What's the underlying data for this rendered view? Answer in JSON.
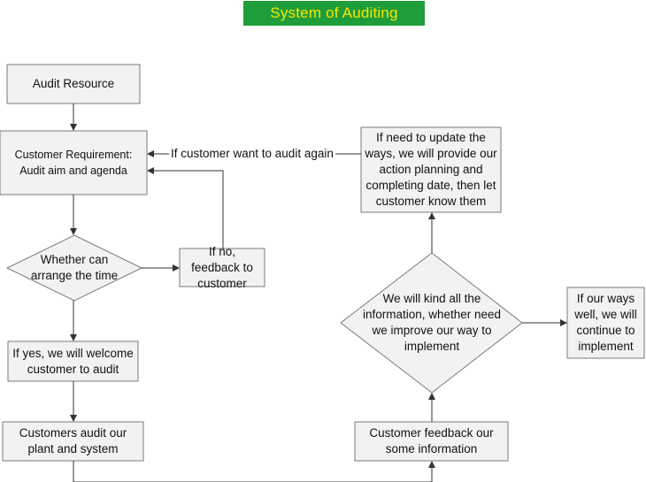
{
  "title": "System of Auditing",
  "colors": {
    "title_bg": "#1f9d3a",
    "title_text": "#f5e800",
    "box_fill": "#f2f2f2",
    "box_stroke": "#7a7a7a",
    "connector": "#333333"
  },
  "nodes": {
    "audit_resource": "Audit Resource",
    "customer_requirement": "Customer Requirement: Audit aim and agenda",
    "arrange_time": "Whether can arrange the time",
    "no_feedback": "If no, feedback to customer",
    "yes_welcome": "If yes, we will welcome customer to audit",
    "customers_audit": "Customers audit our plant and system",
    "customer_feedback": "Customer feedback our some information",
    "kind_information": "We will kind all the information, whether need we improve our way to implement",
    "update_ways": "If need to update the ways, we will provide our action planning and completing date, then let customer know them",
    "ways_well": "If our ways well, we will continue to implement"
  },
  "edge_labels": {
    "audit_again": "If customer want to audit again"
  }
}
